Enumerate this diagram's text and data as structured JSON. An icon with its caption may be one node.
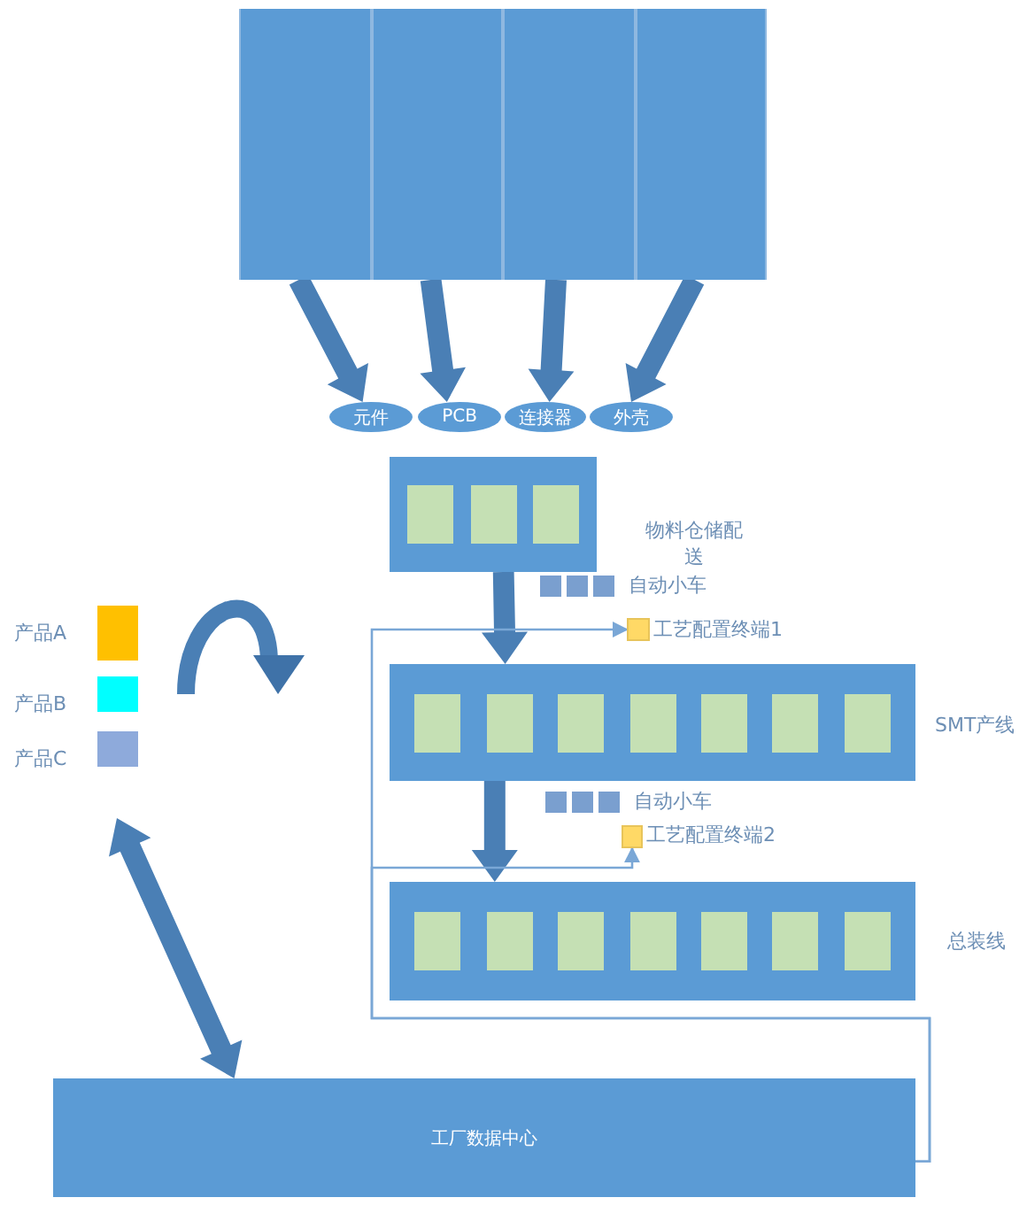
{
  "diagram": {
    "nodes": [
      {
        "text": [],
        "shape": "box"
      },
      {
        "text": [],
        "shape": "box"
      },
      {
        "text": [],
        "shape": "box"
      },
      {
        "text": [],
        "shape": "box"
      },
      {
        "text": [
          "元件"
        ]
      },
      {
        "text": [
          "PCB"
        ]
      },
      {
        "text": [
          "连接器"
        ]
      },
      {
        "text": [
          "外壳"
        ]
      },
      {
        "text": [],
        "shape": "box",
        "beside": [
          "物料仓储配送"
        ]
      },
      {
        "text": [],
        "shape": "box",
        "beside": [
          "工艺配置终端1"
        ]
      },
      {
        "text": [],
        "shape": "box",
        "beside": [
          "SMT产线"
        ]
      },
      {
        "text": [],
        "shape": "box",
        "beside": [
          "工艺配置终端2"
        ]
      },
      {
        "text": [],
        "shape": "box",
        "beside": [
          "总装线"
        ]
      },
      {
        "text": [
          "工厂数据中心"
        ]
      }
    ],
    "edges": [
      {
        "from": 0,
        "to": 4,
        "arrow": "to",
        "style": "thick"
      },
      {
        "from": 1,
        "to": 5,
        "arrow": "to",
        "style": "thick"
      },
      {
        "from": 2,
        "to": 6,
        "arrow": "to",
        "style": "thick"
      },
      {
        "from": 3,
        "to": 7,
        "arrow": "to",
        "style": "thick"
      },
      {
        "from": 8,
        "to": 10,
        "arrow": "to",
        "style": "thick"
      },
      {
        "from": 10,
        "to": 12,
        "arrow": "to",
        "style": "thick"
      },
      {
        "from": 13,
        "to": 9,
        "arrow": "to"
      },
      {
        "from": 13,
        "to": 11,
        "arrow": "to"
      },
      {
        "from": null,
        "to": 13,
        "arrow": "both",
        "style": "thick"
      }
    ],
    "labels": [
      "自动小车",
      "自动小车"
    ],
    "legend": [
      {
        "text": "产品A",
        "color": "#ffc000"
      },
      {
        "text": "产品B",
        "color": "#00ffff"
      },
      {
        "text": "产品C",
        "color": "#8eaadb"
      }
    ]
  }
}
